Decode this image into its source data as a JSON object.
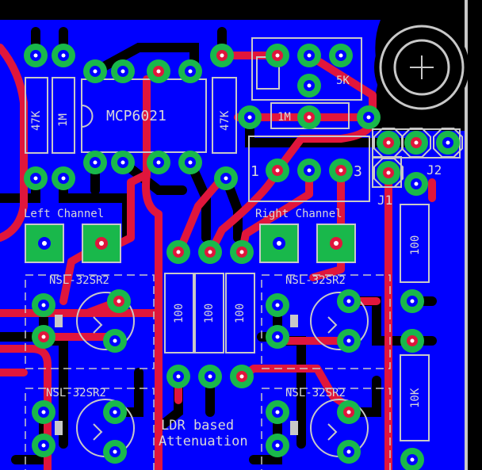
{
  "colors": {
    "background": "#000000",
    "copper_bottom": "#0000ff",
    "copper_top": "#e0163c",
    "pad": "#19b84b",
    "via": "#1a9c3e",
    "silk": "#d8d8d8"
  },
  "labels": {
    "mcp": "MCP6021",
    "r47k_a": "47K",
    "r47k_b": "47K",
    "r1m_a": "1M",
    "r1m_b": "1M",
    "pot": "5K",
    "conn_1": "1",
    "conn_3": "3",
    "j1": "J1",
    "j2": "J2",
    "left_channel": "Left Channel",
    "right_channel": "Right Channel",
    "nsl_1": "NSL-32SR2",
    "nsl_2": "NSL-32SR2",
    "nsl_3": "NSL-32SR2",
    "nsl_4": "NSL-32SR2",
    "r100_a": "100",
    "r100_b": "100",
    "r100_c": "100",
    "r100_d": "100",
    "r10k": "10K",
    "ldr_line1": "LDR based",
    "ldr_line2": "Attenuation"
  }
}
